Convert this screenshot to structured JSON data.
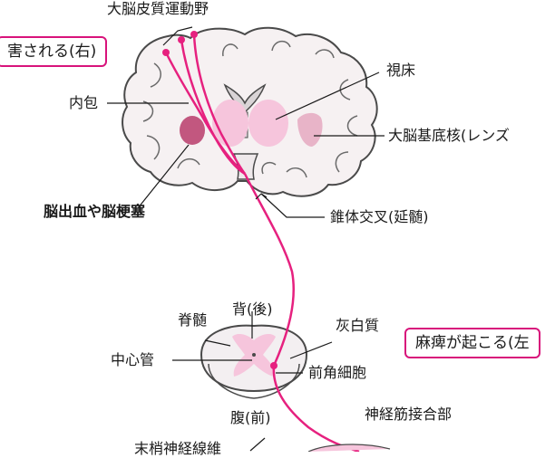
{
  "labels": {
    "motor_cortex": "大脳皮質運動野",
    "damaged_right": "害される(右)",
    "internal_capsule": "内包",
    "thalamus": "視床",
    "basal_ganglia": "大脳基底核(レンズ",
    "hemorrhage": "脳出血や脳梗塞",
    "pyramidal_decussation": "錐体交叉(延髄)",
    "spinal_cord": "脊髄",
    "dorsal": "背(後)",
    "gray_matter": "灰白質",
    "central_canal": "中心管",
    "anterior_horn": "前角細胞",
    "paralysis_left": "麻痺が起こる(左",
    "ventral": "腹(前)",
    "nmj": "神経筋接合部",
    "peripheral_nerve": "末梢神経線維"
  },
  "colors": {
    "pathway": "#e6217f",
    "callout_border": "#d8137b",
    "lesion": "#c2577f",
    "thalamus_fill": "#f6c5dc",
    "basal_fill": "#e8b4c8",
    "brain_fill": "#f6f1f2",
    "brain_outline": "#4a4a4a"
  }
}
